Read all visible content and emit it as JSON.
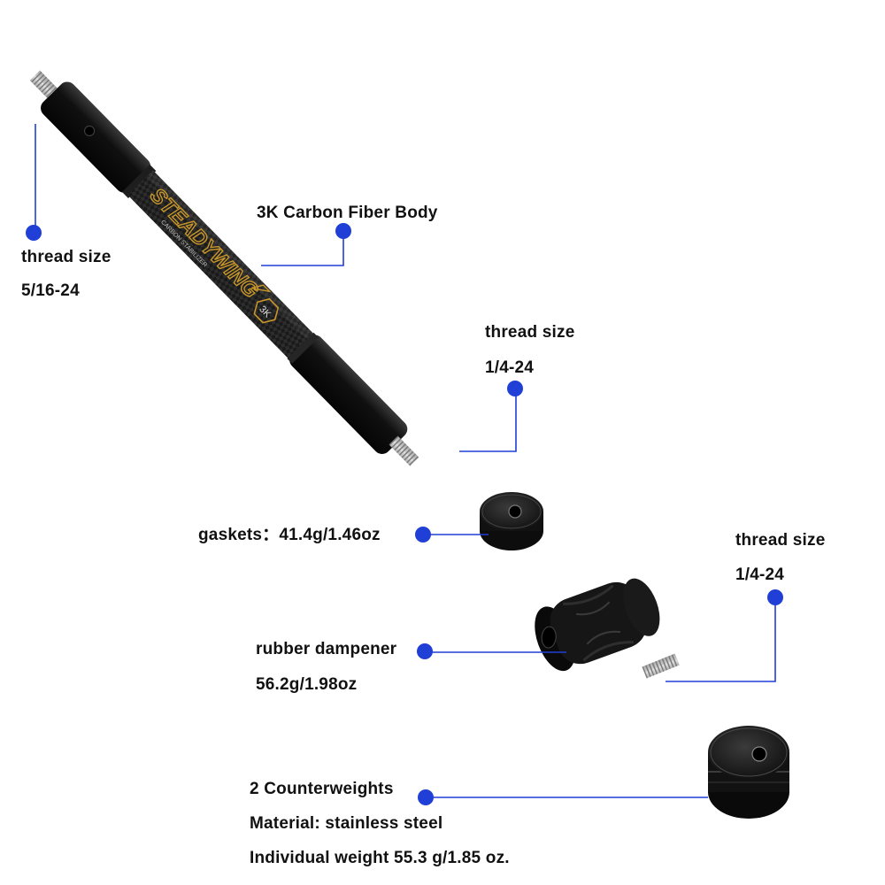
{
  "colors": {
    "callout_blue": "#1f3fd6",
    "metal_dark": "#141414",
    "carbon_gold": "#c8962a",
    "thread_silver": "#b9b9b9"
  },
  "product": {
    "brand": "STEADYWING",
    "subtitle": "CARBON STABILIZER",
    "badge": "3K"
  },
  "callouts": {
    "thread_left": {
      "title": "thread size",
      "value": "5/16-24"
    },
    "carbon_body": {
      "title": "3K Carbon Fiber Body"
    },
    "thread_middle": {
      "title": "thread size",
      "value": "1/4-24"
    },
    "gaskets": {
      "title": "gaskets：41.4g/1.46oz"
    },
    "thread_right": {
      "title": "thread size",
      "value": "1/4-24"
    },
    "rubber_dampener": {
      "title": "rubber dampener",
      "value": "56.2g/1.98oz"
    },
    "counterweights": {
      "title": "2 Counterweights",
      "material": "Material: stainless steel",
      "weight": "Individual weight 55.3 g/1.85 oz."
    }
  }
}
